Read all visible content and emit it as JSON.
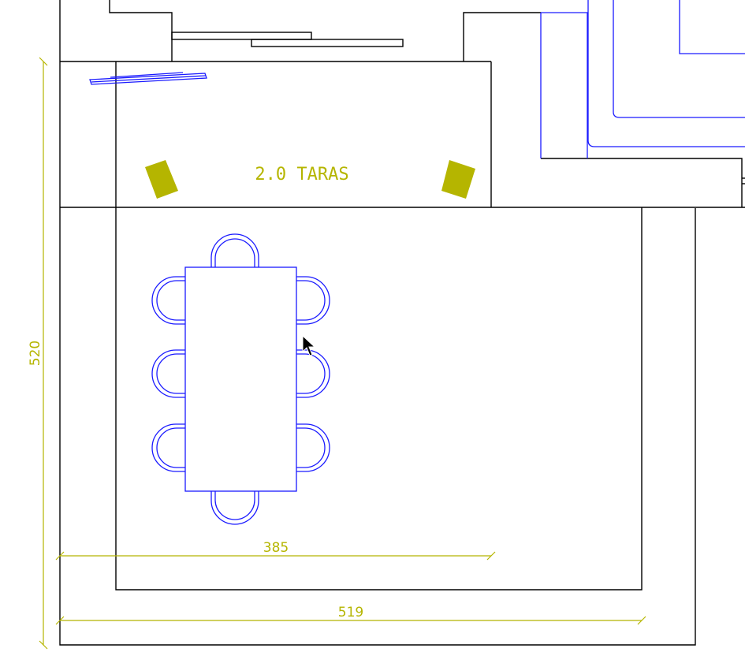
{
  "drawing": {
    "room_label": "2.0 TARAS",
    "dimensions": {
      "vertical": "520",
      "inner_horizontal": "385",
      "outer_horizontal": "519"
    },
    "colors": {
      "walls": "#000000",
      "furniture": "#1a1aff",
      "annotation": "#b5b500",
      "fixture_fill": "#b5b500",
      "background": "#ffffff"
    },
    "furniture": {
      "table_chairs_count": 8
    }
  }
}
